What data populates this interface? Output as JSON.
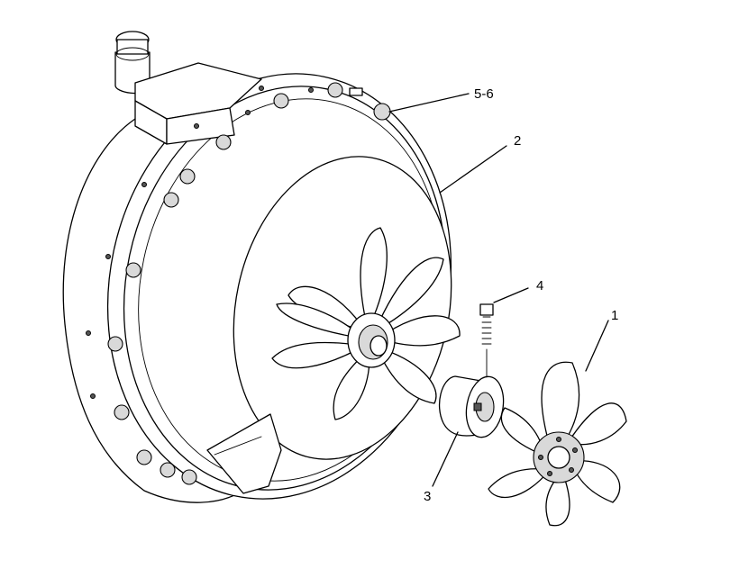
{
  "callouts": {
    "c56": "5-6",
    "c2": "2",
    "c4": "4",
    "c1": "1",
    "c3": "3"
  },
  "colors": {
    "line": "#000000",
    "background": "#ffffff",
    "shade": "#d9d9d9"
  }
}
